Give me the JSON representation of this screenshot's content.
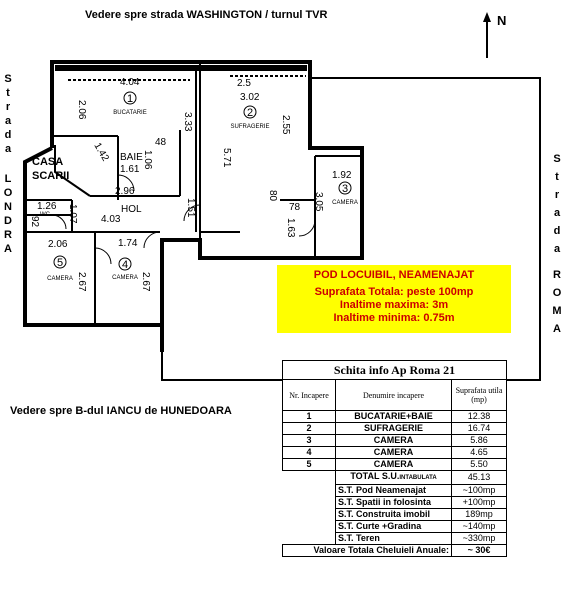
{
  "captions": {
    "top": "Vedere spre strada WASHINGTON / turnul TVR",
    "bottom": "Vedere spre B-dul IANCU de HUNEDOARA",
    "north": "N",
    "left_street": [
      "S",
      "t",
      "r",
      "a",
      "d",
      "a",
      "L",
      "O",
      "N",
      "D",
      "R",
      "A"
    ],
    "right_street": [
      "S",
      "t",
      "r",
      "a",
      "d",
      "a",
      "R",
      "O",
      "M",
      "A"
    ]
  },
  "plan": {
    "rooms": [
      {
        "num": "1",
        "name": "BUCATARIE"
      },
      {
        "num": "2",
        "name": "SUFRAGERIE"
      },
      {
        "num": "3",
        "name": "CAMERA"
      },
      {
        "num": "4",
        "name": "CAMERA"
      },
      {
        "num": "5",
        "name": "CAMERA"
      }
    ],
    "labels": {
      "casa": "CASA",
      "scarii": "SCARII",
      "baie": "BAIE",
      "hol": "HOL",
      "wc": "WC"
    },
    "dims": [
      "4.04",
      "2.06",
      "3.33",
      "2.5",
      "3.02",
      "2.55",
      "5.71",
      "1.42",
      "48",
      "1.06",
      "1.61",
      "2.96",
      "1.51",
      "80",
      "78",
      "1.92",
      "3.05",
      "1.63",
      "1.26",
      "92",
      "1.07",
      "4.03",
      "2.06",
      "1.74",
      "2.67",
      "2.67"
    ]
  },
  "attic": {
    "title": "POD LOCUIBIL, NEAMENAJAT",
    "lines": [
      "Suprafata Totala: peste 100mp",
      "Inaltime maxima: 3m",
      "Inaltime minima: 0.75m"
    ]
  },
  "table": {
    "title": "Schita info Ap Roma 21",
    "headers": [
      "Nr. Incapere",
      "Denumire incapere",
      "Suprafata utila (mp)"
    ],
    "rows": [
      {
        "nr": "1",
        "name": "BUCATARIE+BAIE",
        "area": "12.38"
      },
      {
        "nr": "2",
        "name": "SUFRAGERIE",
        "area": "16.74"
      },
      {
        "nr": "3",
        "name": "CAMERA",
        "area": "5.86"
      },
      {
        "nr": "4",
        "name": "CAMERA",
        "area": "4.65"
      },
      {
        "nr": "5",
        "name": "CAMERA",
        "area": "5.50"
      }
    ],
    "total": {
      "label": "TOTAL S.U.",
      "suffix": "INTABULATA",
      "value": "45.13"
    },
    "extras": [
      {
        "label": "S.T. Pod Neamenajat",
        "value": "~100mp"
      },
      {
        "label": "S.T. Spatii in folosinta",
        "value": "+100mp"
      },
      {
        "label": "S.T. Construita imobil",
        "value": "189mp"
      },
      {
        "label": "S.T. Curte +Gradina",
        "value": "~140mp"
      },
      {
        "label": "S.T. Teren",
        "value": "~330mp"
      }
    ],
    "footer": {
      "label": "Valoare Totala Cheluieli Anuale:",
      "value": "~ 30€"
    }
  }
}
